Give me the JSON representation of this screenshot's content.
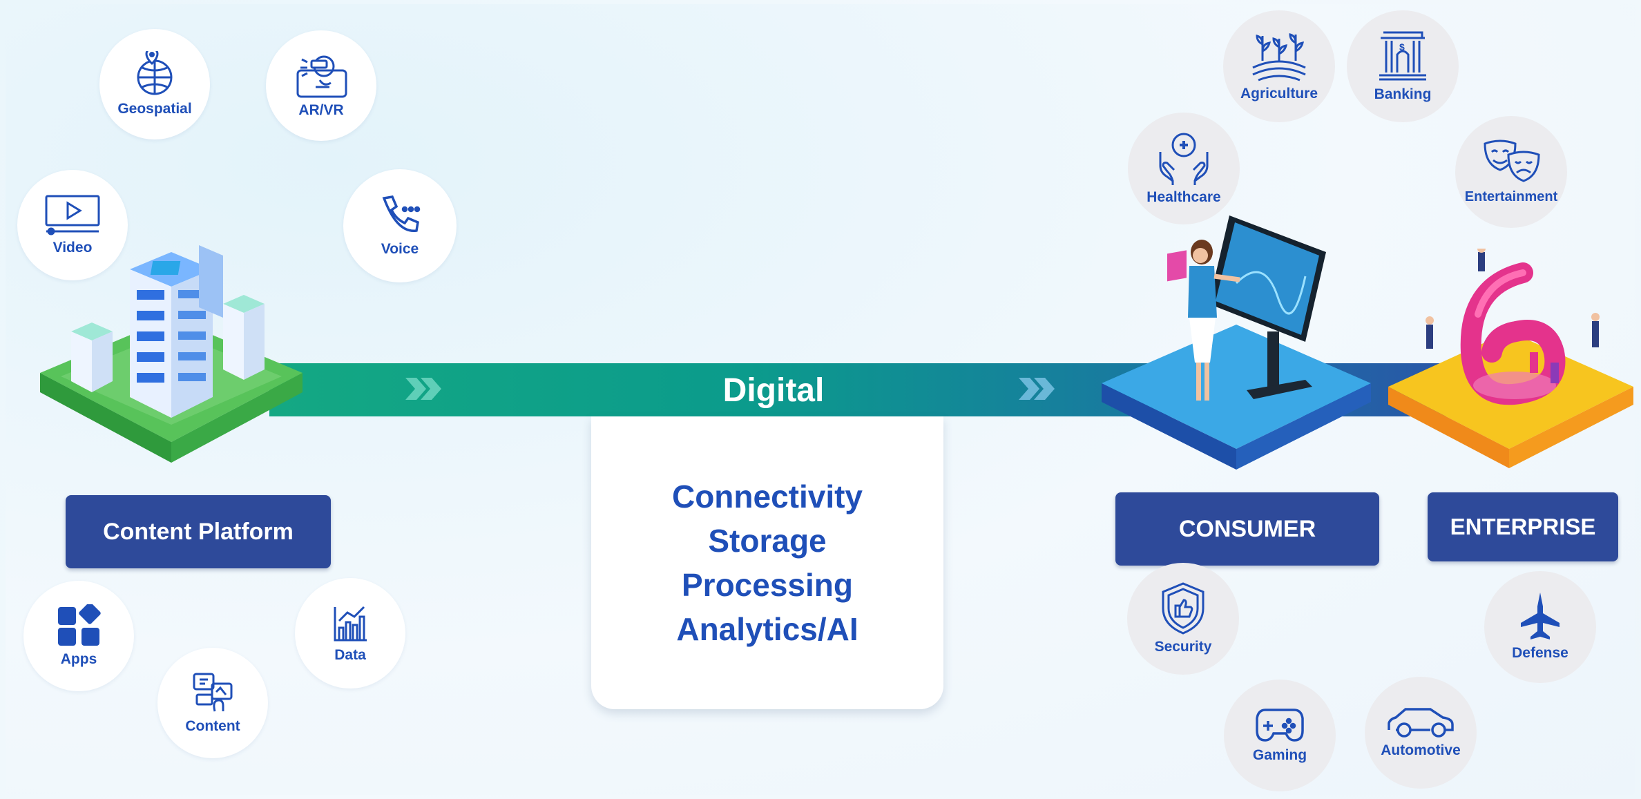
{
  "band": {
    "title": "Digital"
  },
  "card": {
    "lines": [
      "Connectivity",
      "Storage",
      "Processing",
      "Analytics/AI"
    ]
  },
  "boxes": {
    "content_platform": "Content Platform",
    "consumer": "CONSUMER",
    "enterprise": "ENTERPRISE"
  },
  "content_circles": {
    "geospatial": {
      "label": "Geospatial",
      "icon": "globe-pin-icon"
    },
    "arvr": {
      "label": "AR/VR",
      "icon": "vr-headset-icon"
    },
    "video": {
      "label": "Video",
      "icon": "video-play-icon"
    },
    "voice": {
      "label": "Voice",
      "icon": "phone-icon"
    },
    "apps": {
      "label": "Apps",
      "icon": "apps-grid-icon"
    },
    "data": {
      "label": "Data",
      "icon": "bar-chart-icon"
    },
    "content": {
      "label": "Content",
      "icon": "content-chat-icon"
    }
  },
  "consumer_circles": {
    "agriculture": {
      "label": "Agriculture",
      "icon": "plants-icon"
    },
    "banking": {
      "label": "Banking",
      "icon": "bank-icon"
    },
    "healthcare": {
      "label": "Healthcare",
      "icon": "health-hands-icon"
    },
    "entertainment": {
      "label": "Entertainment",
      "icon": "theater-masks-icon"
    },
    "security": {
      "label": "Security",
      "icon": "shield-icon"
    },
    "defense": {
      "label": "Defense",
      "icon": "fighter-jet-icon"
    },
    "gaming": {
      "label": "Gaming",
      "icon": "gamepad-icon"
    },
    "automotive": {
      "label": "Automotive",
      "icon": "car-icon"
    }
  },
  "colors": {
    "icon_blue": "#1f4fb8",
    "box_navy": "#2e4a9a",
    "band_start": "#14a883",
    "band_end": "#2a54a8",
    "platform_green": "#4cbc55",
    "platform_blue": "#2f9fe0",
    "platform_yellow": "#f7c51f"
  }
}
